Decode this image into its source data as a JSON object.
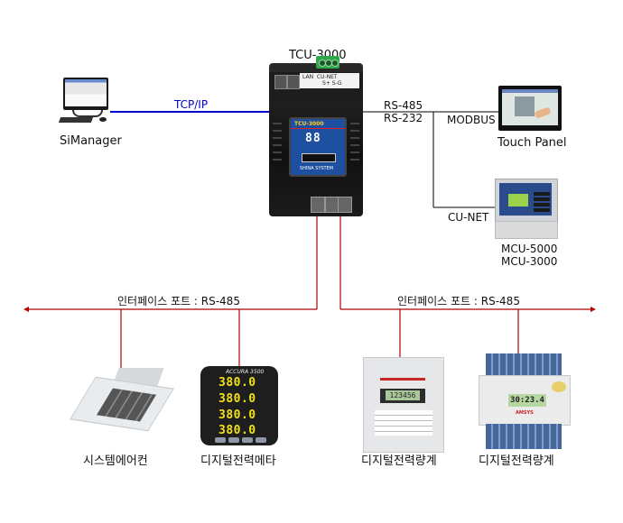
{
  "diagram": {
    "title": "TCU-3000 system configuration",
    "hub": {
      "name": "TCU-3000",
      "strip_labels": [
        "LAN",
        "CU-NET",
        "S+ S-G"
      ],
      "face_brand": "TCU-3000",
      "face_display": "88",
      "face_caption": "SHINA SYSTEM"
    },
    "links": {
      "tcpip": "TCP/IP",
      "rs485": "RS-485",
      "rs232": "RS-232",
      "modbus": "MODBUS",
      "cunet": "CU-NET"
    },
    "nodes": {
      "simanager": "SiManager",
      "touch_panel": "Touch Panel",
      "mcu_line1": "MCU-5000",
      "mcu_line2": "MCU-3000"
    },
    "buses": [
      {
        "label": "인터페이스 포트 : RS-485",
        "direction": "left"
      },
      {
        "label": "인터페이스 포트 : RS-485",
        "direction": "right"
      }
    ],
    "field_devices": [
      {
        "label": "시스템에어컨",
        "type": "aircon"
      },
      {
        "label": "디지털전력메타",
        "type": "power-meter",
        "title": "ACCURA 3500",
        "readings": [
          "380.0",
          "380.0",
          "380.0",
          "380.0"
        ]
      },
      {
        "label": "디지털전력량계",
        "type": "energy-meter",
        "reading": "123456"
      },
      {
        "label": "디지털전력량계",
        "type": "energy-meter",
        "reading": "30:23.4",
        "brand": "AMSYS"
      }
    ],
    "colors": {
      "tcpip_line": "#0000cc",
      "rs485_bus": "#b00000",
      "serial_line": "#000000"
    }
  }
}
